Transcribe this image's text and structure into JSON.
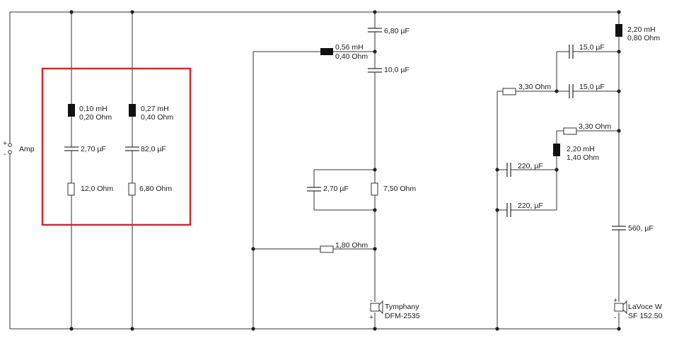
{
  "colors": {
    "wire": "#333333",
    "highlight": "#d6262c",
    "background": "#ffffff"
  },
  "input": {
    "plus": "+",
    "minus": "-",
    "label": "Amp"
  },
  "zobel_network": {
    "branch1": {
      "inductor": [
        "0,10 mH",
        "0,20 Ohm"
      ],
      "capacitor": "2,70 µF",
      "resistor": "12,0 Ohm"
    },
    "branch2": {
      "inductor": [
        "0,27 mH",
        "0,40 Ohm"
      ],
      "capacitor": "82,0 µF",
      "resistor": "6,80 Ohm"
    }
  },
  "tweeter_section": {
    "c_top": "6,80 µF",
    "l_series": [
      "0,56 mH",
      "0,40 Ohm"
    ],
    "c_mid": "10,0 µF",
    "c_parallel": "2,70 µF",
    "r_parallel": "7,50 Ohm",
    "r_bottom": "1,80 Ohm",
    "driver": {
      "name": "Tymphany",
      "model": "DFM-2535",
      "plus": "+",
      "minus": "-"
    }
  },
  "woofer_section": {
    "l_top": [
      "2,20 mH",
      "0,80 Ohm"
    ],
    "c_upper1": "15,0 µF",
    "r_left": "3,30 Ohm",
    "c_upper2": "15,0 µF",
    "r_right": "3,30 Ohm",
    "l_mid": [
      "2,20 mH",
      "1,40 Ohm"
    ],
    "c_low1": "220, µF",
    "c_low2": "220, µF",
    "c_bottom": "560, µF",
    "driver": {
      "name": "LaVoce W",
      "model": "SF 152.50",
      "plus": "+",
      "minus": "-"
    }
  }
}
